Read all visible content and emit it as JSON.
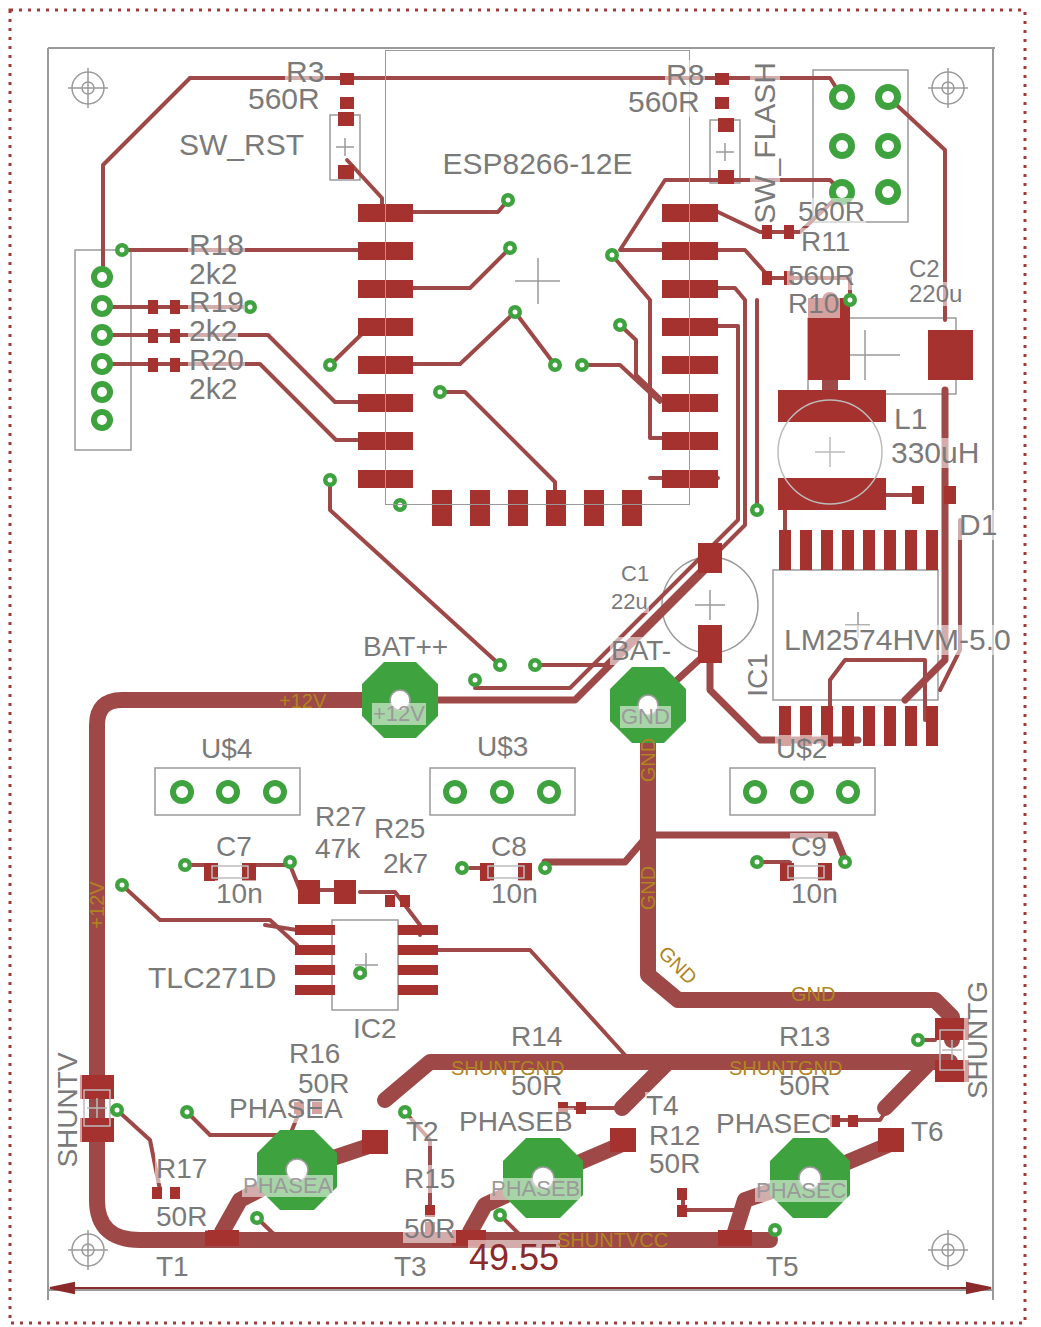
{
  "diagram": {
    "nodes": [
      {
        "text": [
          "ESP8266-12E"
        ]
      }
    ],
    "labels": [
      "R3",
      "560R",
      "SW_RST",
      "R8",
      "560R",
      "SW_FLASH",
      "R18",
      "2k2",
      "R19",
      "2k2",
      "R20",
      "2k2",
      "560R",
      "R11",
      "560R",
      "R10",
      "C2",
      "220u",
      "L1",
      "330uH",
      "D1",
      "C1",
      "22u",
      "BAT++",
      "+12V",
      "BAT-",
      "GND",
      "LM2574HVM-5.0",
      "IC1",
      "U$4",
      "U$3",
      "U$2",
      "R27",
      "47k",
      "R25",
      "2k7",
      "C7",
      "10n",
      "C8",
      "10n",
      "C9",
      "10n",
      "TLC271D",
      "IC2",
      "R14",
      "R13",
      "R16",
      "50R",
      "50R",
      "50R",
      "PHASEA",
      "T2",
      "PHASEB",
      "T4",
      "R12",
      "PHASEC",
      "50R",
      "T6",
      "R17",
      "50R",
      "R15",
      "50R",
      "T1",
      "T3",
      "T5",
      "49.55",
      "SHUNTV",
      "SHUNTG",
      "PHASEA",
      "PHASEB",
      "PHASEC",
      "+12V",
      "+12V",
      "GND",
      "GND",
      "GND",
      "GND",
      "SHUNTGND",
      "SHUNTGND",
      "SHUNTVCC"
    ]
  }
}
